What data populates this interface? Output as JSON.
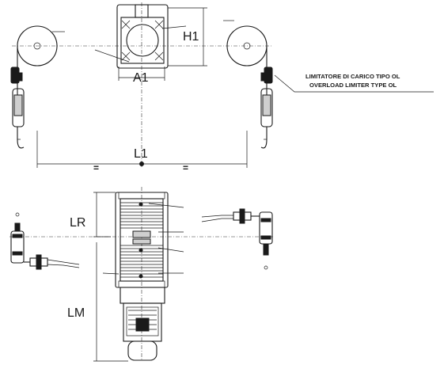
{
  "labels": {
    "h1": "H1",
    "a1": "A1",
    "l1": "L1",
    "equal_left": "=",
    "equal_right": "=",
    "lr": "LR",
    "lm": "LM"
  },
  "callout": {
    "line1": "LIMITATORE DI CARICO TIPO OL",
    "line2": "OVERLOAD LIMITER TYPE OL"
  }
}
